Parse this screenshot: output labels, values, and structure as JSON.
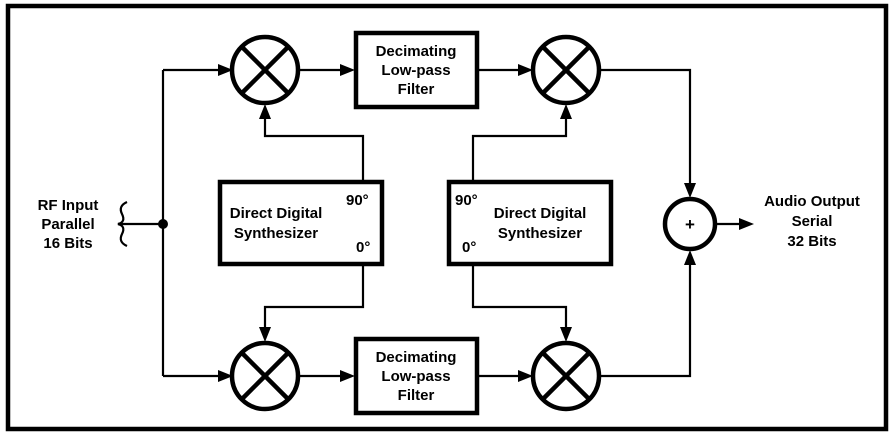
{
  "input": {
    "line1": "RF Input",
    "line2": "Parallel",
    "line3": "16 Bits"
  },
  "output": {
    "line1": "Audio Output",
    "line2": "Serial",
    "line3": "32 Bits"
  },
  "dds_left": {
    "line1": "Direct Digital",
    "line2": "Synthesizer",
    "phase_top": "90°",
    "phase_bottom": "0°"
  },
  "dds_right": {
    "line1": "Direct Digital",
    "line2": "Synthesizer",
    "phase_top": "90°",
    "phase_bottom": "0°"
  },
  "filter_top": {
    "line1": "Decimating",
    "line2": "Low-pass",
    "line3": "Filter"
  },
  "filter_bottom": {
    "line1": "Decimating",
    "line2": "Low-pass",
    "line3": "Filter"
  },
  "summer": {
    "symbol": "+"
  }
}
